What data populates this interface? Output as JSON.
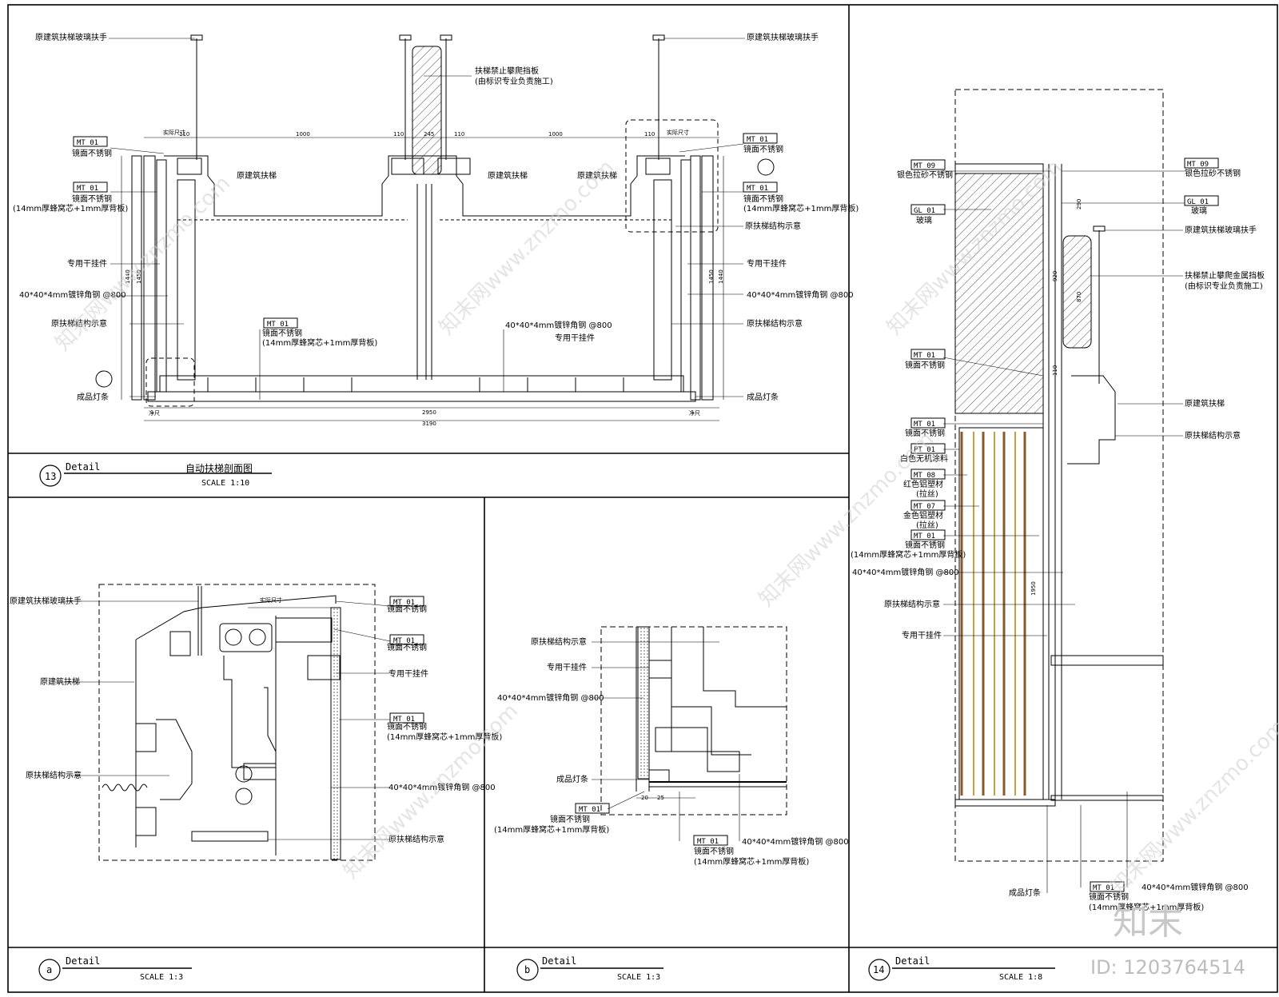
{
  "detail13": {
    "number": "13",
    "word": "Detail",
    "title": "自动扶梯剖面图",
    "scale": "SCALE    1:10",
    "labels_left": [
      "原建筑扶梯玻璃扶手",
      "镜面不锈钢",
      "镜面不锈钢",
      "(14mm厚蜂窝芯+1mm厚背板)",
      "专用干挂件",
      "40*40*4mm镀锌角钢 @800",
      "原扶梯结构示意",
      "成品灯条"
    ],
    "labels_right": [
      "原建筑扶梯玻璃扶手",
      "镜面不锈钢",
      "镜面不锈钢",
      "(14mm厚蜂窝芯+1mm厚背板)",
      "原扶梯结构示意",
      "专用干挂件",
      "40*40*4mm镀锌角钢 @800",
      "原扶梯结构示意",
      "成品灯条"
    ],
    "labels_center": [
      "扶梯禁止攀爬挡板",
      "(由标识专业负责施工)",
      "原建筑扶梯",
      "原建筑扶梯",
      "原建筑扶梯",
      "镜面不锈钢",
      "(14mm厚蜂窝芯+1mm厚背板)",
      "40*40*4mm镀锌角钢 @800",
      "专用干挂件"
    ],
    "tag": "MT 01",
    "dims_top": [
      "实际尺寸",
      "110",
      "1000",
      "110",
      "245",
      "110",
      "1000",
      "110",
      "实际尺寸"
    ],
    "dims_bottom": [
      "2950",
      "3190",
      "净尺",
      "净尺"
    ],
    "dims_side": [
      "1440",
      "1450",
      "1450",
      "1440"
    ]
  },
  "detailA": {
    "marker": "a",
    "word": "Detail",
    "scale": "SCALE    1:3",
    "labels": [
      "原建筑扶梯玻璃扶手",
      "原建筑扶梯",
      "原扶梯结构示意",
      "镜面不锈钢",
      "镜面不锈钢",
      "专用干挂件",
      "镜面不锈钢",
      "(14mm厚蜂窝芯+1mm厚背板)",
      "40*40*4mm镀锌角钢 @800",
      "原扶梯结构示意"
    ],
    "dim": "实际尺寸",
    "tag": "MT 01"
  },
  "detailB": {
    "marker": "b",
    "word": "Detail",
    "scale": "SCALE    1:3",
    "labels": [
      "原扶梯结构示意",
      "专用干挂件",
      "40*40*4mm镀锌角钢 @800",
      "成品灯条",
      "镜面不锈钢",
      "(14mm厚蜂窝芯+1mm厚背板)",
      "镜面不锈钢",
      "(14mm厚蜂窝芯+1mm厚背板)",
      "40*40*4mm镀锌角钢 @800"
    ],
    "dims": [
      "20",
      "25"
    ],
    "tag": "MT 01"
  },
  "detail14": {
    "number": "14",
    "word": "Detail",
    "scale": "SCALE    1:8",
    "labels_left": [
      "银色拉砂不锈钢",
      "玻璃",
      "镜面不锈钢",
      "镜面不锈钢",
      "白色无机涂料",
      "红色铝塑材",
      "(拉丝)",
      "金色铝塑材",
      "(拉丝)",
      "镜面不锈钢",
      "(14mm厚蜂窝芯+1mm厚背板)",
      "40*40*4mm镀锌角钢 @800",
      "原扶梯结构示意",
      "专用干挂件",
      "成品灯条"
    ],
    "tags_left": [
      "MT 09",
      "GL 01",
      "MT 01",
      "MT 01",
      "PT 01",
      "MT 08",
      "MT 07",
      "MT 01"
    ],
    "labels_right": [
      "银色拉砂不锈钢",
      "玻璃",
      "原建筑扶梯玻璃扶手",
      "扶梯禁止攀爬金属挡板",
      "(由标识专业负责施工)",
      "原建筑扶梯",
      "原扶梯结构示意",
      "镜面不锈钢",
      "(14mm厚蜂窝芯+1mm厚背板)",
      "40*40*4mm镀锌角钢 @800"
    ],
    "tags_right": [
      "MT 09",
      "GL 01",
      "MT 01"
    ],
    "dims": [
      "290",
      "920",
      "870",
      "110",
      "1950"
    ]
  },
  "watermark": {
    "site": "知末网www.znzmo.com",
    "logo": "知末",
    "id": "ID: 1203764514"
  }
}
